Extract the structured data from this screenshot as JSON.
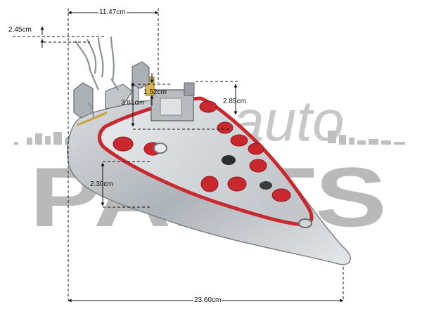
{
  "product": {
    "description": "Steam iron soleplate heating element with thermostat and terminal wires",
    "accent_color": "#c8282e",
    "metal_color": "#b9bec4"
  },
  "watermark": {
    "word_top": "auto",
    "word_main": "PARTS",
    "color": "#808080"
  },
  "dimensions": {
    "top_width": "11.47cm",
    "wire_offset": "2.45cm",
    "thermostat_height": "1.52cm",
    "element_height": "3.81cm",
    "cap_height": "2.85cm",
    "tube_height": "2.30cm",
    "overall_length": "23.60cm"
  }
}
